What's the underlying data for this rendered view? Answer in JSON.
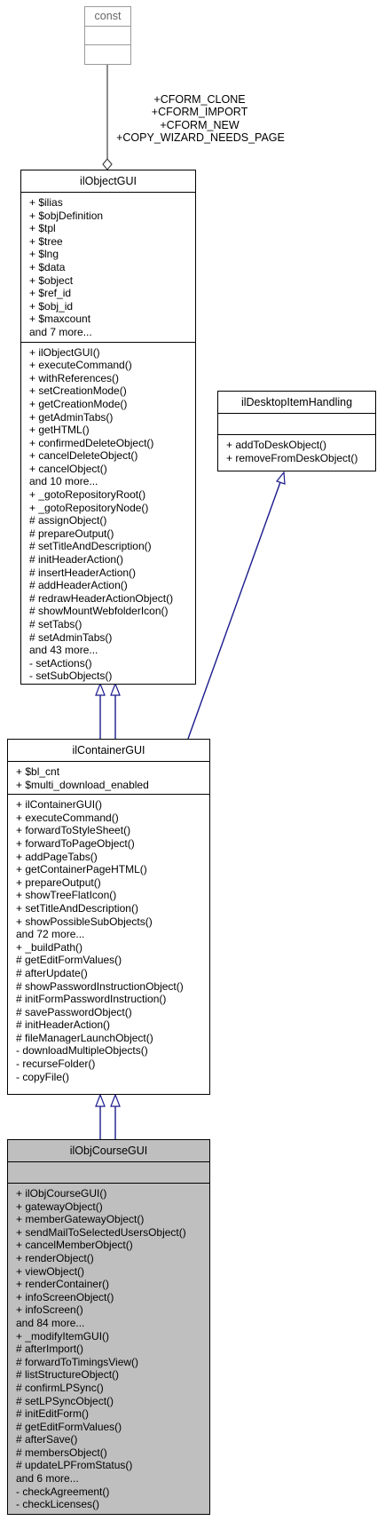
{
  "edge_labels": [
    "+CFORM_CLONE",
    "+CFORM_IMPORT",
    "+CFORM_NEW",
    "+COPY_WIZARD_NEEDS_PAGE"
  ],
  "classes": {
    "const": {
      "name": "const",
      "attributes": [],
      "operations": []
    },
    "ilObjectGUI": {
      "name": "ilObjectGUI",
      "attributes": [
        "+ $ilias",
        "+ $objDefinition",
        "+ $tpl",
        "+ $tree",
        "+ $lng",
        "+ $data",
        "+ $object",
        "+ $ref_id",
        "+ $obj_id",
        "+ $maxcount",
        "and 7 more..."
      ],
      "operations": [
        "+ ilObjectGUI()",
        "+ executeCommand()",
        "+ withReferences()",
        "+ setCreationMode()",
        "+ getCreationMode()",
        "+ getAdminTabs()",
        "+ getHTML()",
        "+ confirmedDeleteObject()",
        "+ cancelDeleteObject()",
        "+ cancelObject()",
        "and 10 more...",
        "+ _gotoRepositoryRoot()",
        "+ _gotoRepositoryNode()",
        "# assignObject()",
        "# prepareOutput()",
        "# setTitleAndDescription()",
        "# initHeaderAction()",
        "# insertHeaderAction()",
        "# addHeaderAction()",
        "# redrawHeaderActionObject()",
        "# showMountWebfolderIcon()",
        "# setTabs()",
        "# setAdminTabs()",
        "and 43 more...",
        "- setActions()",
        "- setSubObjects()"
      ]
    },
    "ilDesktopItemHandling": {
      "name": "ilDesktopItemHandling",
      "attributes": [],
      "operations": [
        "+ addToDeskObject()",
        "+ removeFromDeskObject()"
      ]
    },
    "ilContainerGUI": {
      "name": "ilContainerGUI",
      "attributes": [
        "+ $bl_cnt",
        "+ $multi_download_enabled"
      ],
      "operations": [
        "+ ilContainerGUI()",
        "+ executeCommand()",
        "+ forwardToStyleSheet()",
        "+ forwardToPageObject()",
        "+ addPageTabs()",
        "+ getContainerPageHTML()",
        "+ prepareOutput()",
        "+ showTreeFlatIcon()",
        "+ setTitleAndDescription()",
        "+ showPossibleSubObjects()",
        "and 72 more...",
        "+ _buildPath()",
        "# getEditFormValues()",
        "# afterUpdate()",
        "# showPasswordInstructionObject()",
        "# initFormPasswordInstruction()",
        "# savePasswordObject()",
        "# initHeaderAction()",
        "# fileManagerLaunchObject()",
        "- downloadMultipleObjects()",
        "- recurseFolder()",
        "- copyFile()"
      ]
    },
    "ilObjCourseGUI": {
      "name": "ilObjCourseGUI",
      "attributes": [],
      "operations": [
        "+ ilObjCourseGUI()",
        "+ gatewayObject()",
        "+ memberGatewayObject()",
        "+ sendMailToSelectedUsersObject()",
        "+ cancelMemberObject()",
        "+ renderObject()",
        "+ viewObject()",
        "+ renderContainer()",
        "+ infoScreenObject()",
        "+ infoScreen()",
        "and 84 more...",
        "+ _modifyItemGUI()",
        "# afterImport()",
        "# forwardToTimingsView()",
        "# listStructureObject()",
        "# confirmLPSync()",
        "# setLPSyncObject()",
        "# initEditForm()",
        "# getEditFormValues()",
        "# afterSave()",
        "# membersObject()",
        "# updateLPFromStatus()",
        "and 6 more...",
        "- checkAgreement()",
        "- checkLicenses()"
      ]
    }
  }
}
